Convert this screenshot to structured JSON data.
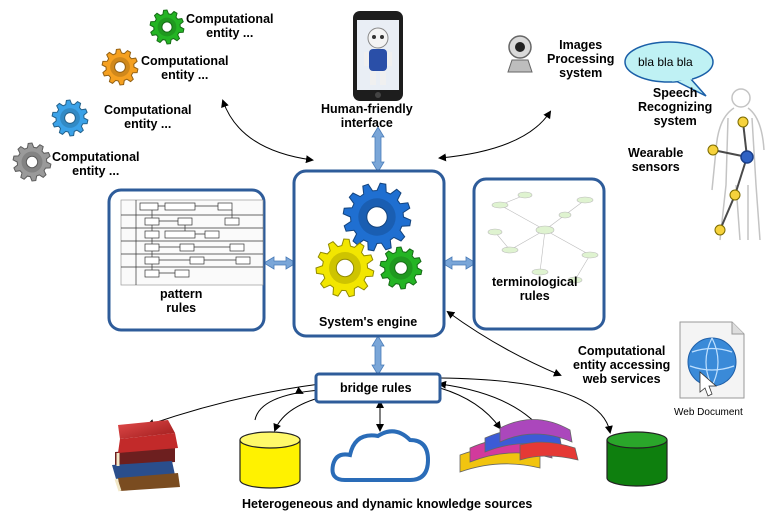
{
  "entities": [
    "Computational\nentity ...",
    "Computational\nentity ...",
    "Computational\nentity ...",
    "Computational\nentity ..."
  ],
  "interface_label": "Human-friendly\ninterface",
  "images_label": "Images\nProcessing\nsystem",
  "speech_bubble": "bla bla bla",
  "speech_label": "Speech\nRecognizing\nsystem",
  "sensors_label": "Wearable\nsensors",
  "pattern_label": "pattern\nrules",
  "engine_label": "System's engine",
  "terminological_label": "terminological\nrules",
  "bridge_label": "bridge rules",
  "web_entity_label": "Computational\nentity accessing\nweb services",
  "web_document_label": "Web Document",
  "footer_label": "Heterogeneous and dynamic knowledge sources",
  "colors": {
    "box_border": "#2e5c9a",
    "connector": "#7aa6d8",
    "gear_blue": "#1f6fd1",
    "gear_yellow": "#f2e600",
    "gear_green": "#24b424",
    "gear_orange": "#f5a020",
    "gear_sky": "#3ba2e8",
    "gear_gray": "#9a9a9a",
    "cyl_yellow": "#fff200",
    "cyl_green": "#0e7f0e",
    "cloud_blue": "#2a6cb8"
  }
}
